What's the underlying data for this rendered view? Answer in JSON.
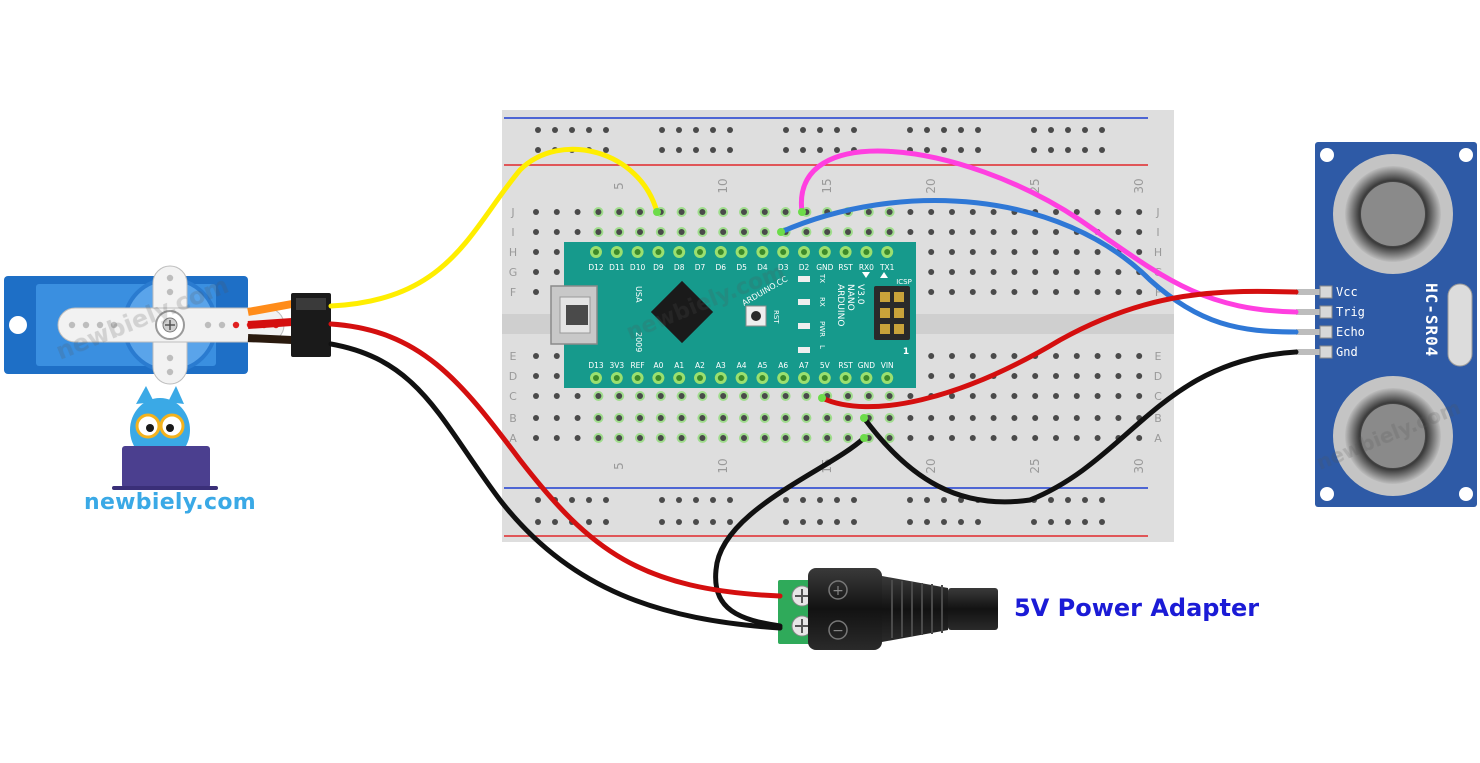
{
  "brand": {
    "site": "newbiely.com",
    "watermark": "newbiely.com",
    "colors": {
      "logo_text": "#3aa9e6",
      "owl_body": "#3aa9e6",
      "owl_laptop": "#4b3f8f"
    }
  },
  "breadboard": {
    "rows_top": [
      "J",
      "I",
      "H",
      "G",
      "F"
    ],
    "rows_bottom": [
      "E",
      "D",
      "C",
      "B",
      "A"
    ],
    "column_numbers": [
      "5",
      "10",
      "15",
      "20",
      "25",
      "30"
    ],
    "colors": {
      "body": "#dcdcdc",
      "rail_red": "#e0292c",
      "rail_blue": "#1f3fd0",
      "hole": "#4a4a4a",
      "active": "#6ddc4a"
    }
  },
  "nano": {
    "top_pins": [
      "D12",
      "D11",
      "D10",
      "D9",
      "D8",
      "D7",
      "D6",
      "D5",
      "D4",
      "D3",
      "D2",
      "GND",
      "RST",
      "RX0",
      "TX1"
    ],
    "bottom_pins": [
      "D13",
      "3V3",
      "REF",
      "A0",
      "A1",
      "A2",
      "A3",
      "A4",
      "A5",
      "A6",
      "A7",
      "5V",
      "RST",
      "GND",
      "VIN"
    ],
    "board_text": [
      "ARDUINO",
      "NANO",
      "V3.0"
    ],
    "site_text": "ARDUINO.CC",
    "usa": "USA",
    "year": "2009",
    "rst": "RST",
    "icsp": "ICSP",
    "icsp_pin1": "1",
    "leds": [
      "TX",
      "RX",
      "PWR",
      "L"
    ],
    "colors": {
      "pcb": "#169a8c"
    }
  },
  "sensor": {
    "name": "HC-SR04",
    "pins": [
      "Vcc",
      "Trig",
      "Echo",
      "Gnd"
    ],
    "colors": {
      "pcb": "#2e5aa6"
    }
  },
  "adapter": {
    "label": "5V Power Adapter",
    "plus": "+",
    "minus": "−",
    "colors": {
      "terminal": "#2faa5a",
      "label": "#1b1bd6"
    }
  },
  "wires": {
    "signal_d9": "#ffee00",
    "trig": "#ff3fe0",
    "echo": "#2f78d6",
    "power": "#d40f0f",
    "ground": "#111111"
  }
}
